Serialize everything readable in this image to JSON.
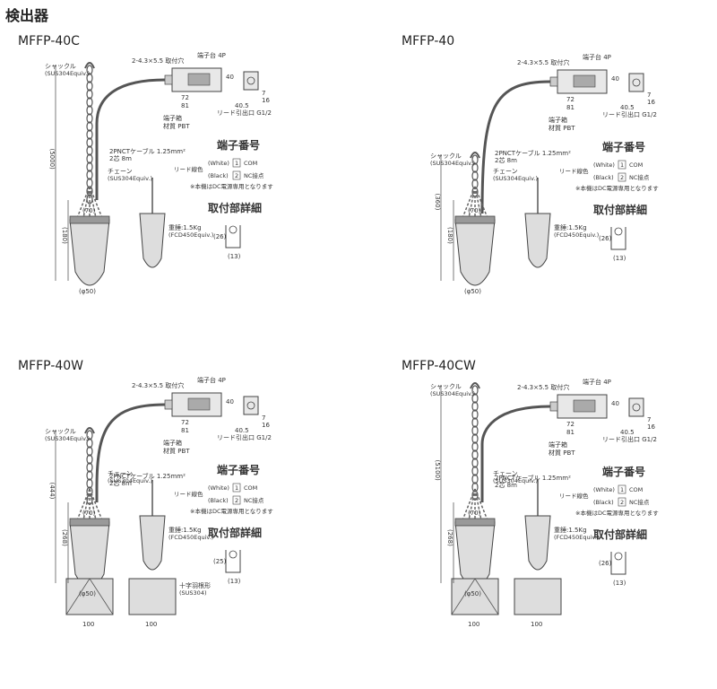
{
  "page_title": "検出器",
  "panels": [
    {
      "model": "MFFP-40C",
      "mount_hole": "2-4.3×5.5 取付穴",
      "terminal_block": "端子台 4P",
      "shackle": "シャックル",
      "shackle_mat": "(SUS304Equiv.)",
      "dims_top": [
        "72",
        "81",
        "40",
        "40.5",
        "7",
        "16"
      ],
      "lead_outlet": "リード引出口 G1/2",
      "box_label": "端子箱",
      "box_mat": "材質 PBT",
      "cable": "2PNCTケーブル 1.25mm²",
      "cable_len": "2芯 8m",
      "chain": "チェーン",
      "chain_mat": "(SUS304Equiv.)",
      "total_len": "(5000)",
      "sub_len": "(180)",
      "w70": "(70)",
      "phi": "(φ50)",
      "weight": "重錘:1.5Kg",
      "weight_mat": "(FCD450Equiv.)",
      "term_head": "端子番号",
      "lead_color": "リード線色",
      "white": "(White)",
      "black": "(Black)",
      "t1": "1",
      "t2": "2",
      "com": "COM",
      "nc": "NC接点",
      "dc_note": "※本機はDC電源専用となります",
      "mount_head": "取付部詳細",
      "m_dims": [
        "(26)",
        "(13)"
      ],
      "extra": []
    },
    {
      "model": "MFFP-40",
      "mount_hole": "2-4.3×5.5 取付穴",
      "terminal_block": "端子台 4P",
      "shackle": "シャックル",
      "shackle_mat": "(SUS304Equiv.)",
      "dims_top": [
        "72",
        "81",
        "40",
        "40.5",
        "7",
        "16"
      ],
      "lead_outlet": "リード引出口 G1/2",
      "box_label": "端子箱",
      "box_mat": "材質 PBT",
      "cable": "2PNCTケーブル 1.25mm²",
      "cable_len": "2芯 8m",
      "chain": "チェーン",
      "chain_mat": "(SUS304Equiv.)",
      "total_len": "(360)",
      "sub_len": "(180)",
      "w70": "(70)",
      "phi": "(φ50)",
      "weight": "重錘:1.5Kg",
      "weight_mat": "(FCD450Equiv.)",
      "term_head": "端子番号",
      "lead_color": "リード線色",
      "white": "(White)",
      "black": "(Black)",
      "t1": "1",
      "t2": "2",
      "com": "COM",
      "nc": "NC接点",
      "dc_note": "※本機はDC電源専用となります",
      "mount_head": "取付部詳細",
      "m_dims": [
        "(26)",
        "(13)"
      ],
      "extra": []
    },
    {
      "model": "MFFP-40W",
      "mount_hole": "2-4.3×5.5 取付穴",
      "terminal_block": "端子台 4P",
      "shackle": "シャックル",
      "shackle_mat": "(SUS304Equiv.)",
      "dims_top": [
        "72",
        "81",
        "40",
        "40.5",
        "7",
        "16"
      ],
      "lead_outlet": "リード引出口 G1/2",
      "box_label": "端子箱",
      "box_mat": "材質 PBT",
      "cable": "2PNCTケーブル 1.25mm²",
      "cable_len": "2芯 8m",
      "chain": "チェーン",
      "chain_mat": "(SUS304Equiv.)",
      "total_len": "(444)",
      "sub_len": "(268)",
      "w70": "(70)",
      "phi": "(φ50)",
      "weight": "重錘:1.5Kg",
      "weight_mat": "(FCD450Equiv.)",
      "term_head": "端子番号",
      "lead_color": "リード線色",
      "white": "(White)",
      "black": "(Black)",
      "t1": "1",
      "t2": "2",
      "com": "COM",
      "nc": "NC接点",
      "dc_note": "※本機はDC電源専用となります",
      "mount_head": "取付部詳細",
      "m_dims": [
        "(25)",
        "(13)"
      ],
      "extra": [
        "十字羽根形",
        "(SUS304)",
        "100",
        "100"
      ]
    },
    {
      "model": "MFFP-40CW",
      "mount_hole": "2-4.3×5.5 取付穴",
      "terminal_block": "端子台 4P",
      "shackle": "シャックル",
      "shackle_mat": "(SUS304Equiv.)",
      "dims_top": [
        "72",
        "81",
        "40",
        "40.5",
        "7",
        "16"
      ],
      "lead_outlet": "リード引出口 G1/2",
      "box_label": "端子箱",
      "box_mat": "材質 PBT",
      "cable": "2PNCTケーブル 1.25mm²",
      "cable_len": "2芯 8m",
      "chain": "チェーン",
      "chain_mat": "(SUS304Equiv.)",
      "total_len": "(5100)",
      "sub_len": "(268)",
      "w70": "(70)",
      "phi": "(φ50)",
      "weight": "重錘:1.5Kg",
      "weight_mat": "(FCD450Equiv.)",
      "term_head": "端子番号",
      "lead_color": "リード線色",
      "white": "(White)",
      "black": "(Black)",
      "t1": "1",
      "t2": "2",
      "com": "COM",
      "nc": "NC接点",
      "dc_note": "※本機はDC電源専用となります",
      "mount_head": "取付部詳細",
      "m_dims": [
        "(26)",
        "(13)"
      ],
      "extra": [
        "100",
        "100"
      ]
    }
  ]
}
